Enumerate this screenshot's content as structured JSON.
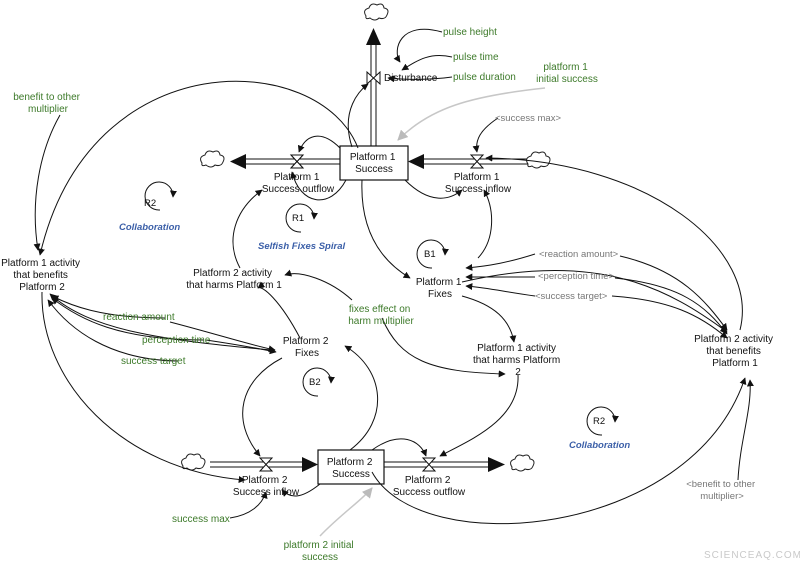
{
  "stocks": {
    "platform1_success": [
      "Platform 1",
      "Success"
    ],
    "platform2_success": [
      "Platform 2",
      "Success"
    ]
  },
  "flows": {
    "p1_outflow": [
      "Platform 1",
      "Success outflow"
    ],
    "p1_inflow": [
      "Platform 1",
      "Success inflow"
    ],
    "p2_inflow": [
      "Platform 2",
      "Success inflow"
    ],
    "p2_outflow": [
      "Platform 2",
      "Success outflow"
    ],
    "disturbance": "Disturbance"
  },
  "variables": {
    "p1_benefits_p2": [
      "Platform 1 activity",
      "that benefits",
      "Platform 2"
    ],
    "p2_harms_p1": [
      "Platform 2 activity",
      "that harms Platform 1"
    ],
    "p1_fixes": [
      "Platform 1",
      "Fixes"
    ],
    "p2_fixes": [
      "Platform 2",
      "Fixes"
    ],
    "p1_harms_p2": [
      "Platform 1 activity",
      "that harms Platform",
      "2"
    ],
    "p2_benefits_p1": [
      "Platform 2 activity",
      "that benefits",
      "Platform 1"
    ]
  },
  "parameters": {
    "pulse_height": "pulse height",
    "pulse_time": "pulse time",
    "pulse_duration": "pulse duration",
    "p1_initial_success": [
      "platform 1",
      "initial success"
    ],
    "benefit_to_other_multiplier": [
      "benefit to other",
      "multiplier"
    ],
    "fixes_effect": [
      "fixes effect on",
      "harm multiplier"
    ],
    "reaction_amount": "reaction amount",
    "perception_time": "perception time",
    "success_target": "success target",
    "success_max": "success max",
    "p2_initial_success": [
      "platform 2 initial",
      "success"
    ]
  },
  "shadow_variables": {
    "success_max": "<success max>",
    "reaction_amount": "<reaction amount>",
    "perception_time": "<perception time>",
    "success_target": "<success target>",
    "benefit_to_other": [
      "<benefit to other",
      "multiplier>"
    ]
  },
  "loops": {
    "r2_top": "R2",
    "r1": "R1",
    "b1": "B1",
    "b2": "B2",
    "r2_bottom": "R2"
  },
  "loop_names": {
    "collab_top": "Collaboration",
    "selfish": "Selfish Fixes Spiral",
    "collab_bottom": "Collaboration"
  },
  "watermark": "SCIENCEAQ.COM",
  "colors": {
    "parameter_green": "#3d7a2a",
    "shadow_gray": "#777777",
    "loop_name_blue": "#3b5fa8"
  }
}
